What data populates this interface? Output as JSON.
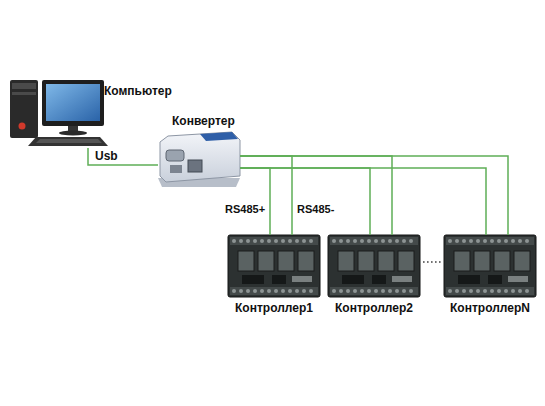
{
  "diagram": {
    "nodes": [
      {
        "text": [
          "Компьютер"
        ]
      },
      {
        "text": [
          "Конвертер"
        ]
      },
      {
        "text": [
          "Контроллер1"
        ]
      },
      {
        "text": [
          "Контроллер2"
        ]
      },
      {
        "text": [
          "КонтроллерN"
        ]
      }
    ],
    "edges": [
      {
        "from": 0,
        "to": 1,
        "label": "Usb",
        "arrow": "none"
      },
      {
        "from": 1,
        "to": 2,
        "arrow": "none"
      },
      {
        "from": 1,
        "to": 3,
        "arrow": "none"
      },
      {
        "from": 1,
        "to": 4,
        "arrow": "none"
      }
    ],
    "labels": [
      "RS485+",
      "RS485-"
    ]
  }
}
